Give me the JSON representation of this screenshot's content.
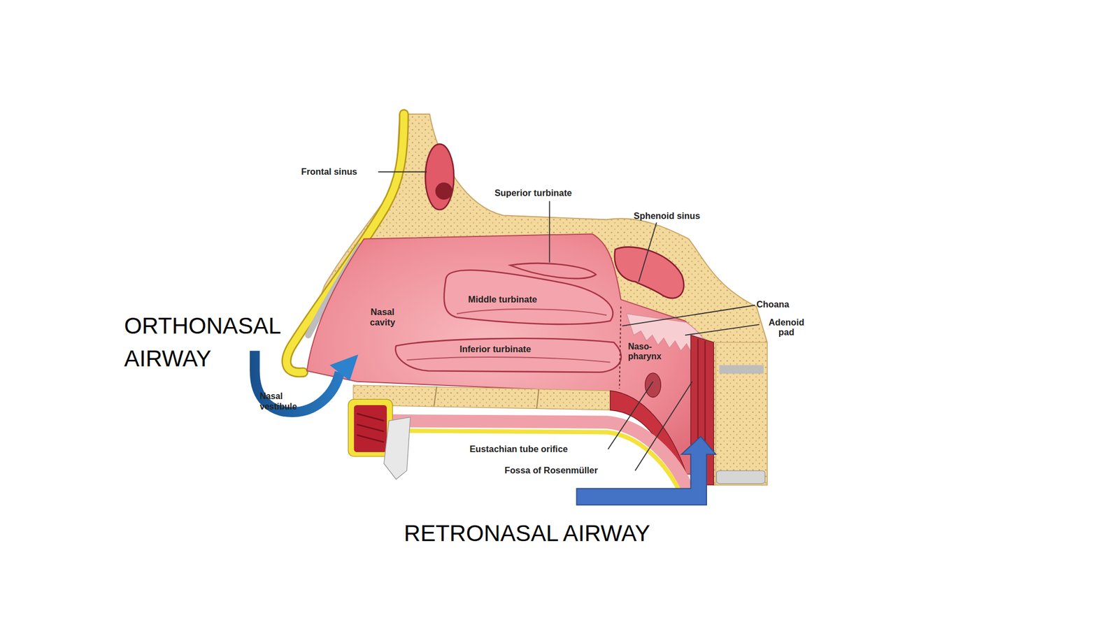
{
  "diagram": {
    "labels": [
      "Frontal sinus",
      "Superior turbinate",
      "Sphenoid sinus",
      "Choana",
      "Nasal cavity",
      "Middle turbinate",
      "ORTHONASAL AIRWAY",
      "Adenoid pad",
      "Inferior turbinate",
      "Naso- pharynx",
      "Nasal vestibule",
      "Eustachian tube orifice",
      "Fossa of Rosenmüller",
      "RETRONASAL AIRWAY"
    ]
  }
}
